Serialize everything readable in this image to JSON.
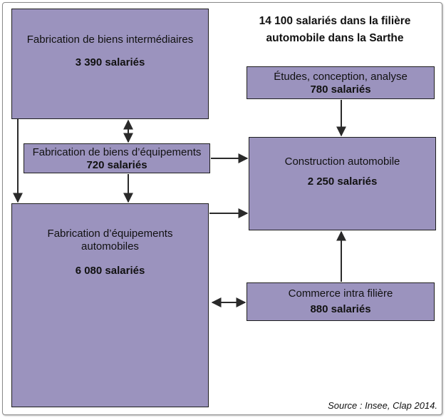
{
  "title": {
    "line1": "14 100 salariés dans la filière",
    "line2": "automobile dans la Sarthe"
  },
  "nodes": {
    "biens_intermediaires": {
      "label": "Fabrication de biens intermédiaires",
      "value": "3 390 salariés"
    },
    "biens_equipements": {
      "label": "Fabrication de biens d’équipements",
      "value": "720 salariés"
    },
    "equipements_auto": {
      "label1": "Fabrication d’équipements",
      "label2": "automobiles",
      "value": "6 080 salariés"
    },
    "etudes": {
      "label": "Études, conception, analyse",
      "value": "780 salariés"
    },
    "construction": {
      "label": "Construction automobile",
      "value": "2 250 salariés"
    },
    "commerce": {
      "label": "Commerce intra filière",
      "value": "880 salariés"
    }
  },
  "source": "Source : Insee, Clap 2014.",
  "colors": {
    "box_fill": "#9b93be",
    "border": "#1e1e1e",
    "arrow": "#2a2a2a"
  }
}
